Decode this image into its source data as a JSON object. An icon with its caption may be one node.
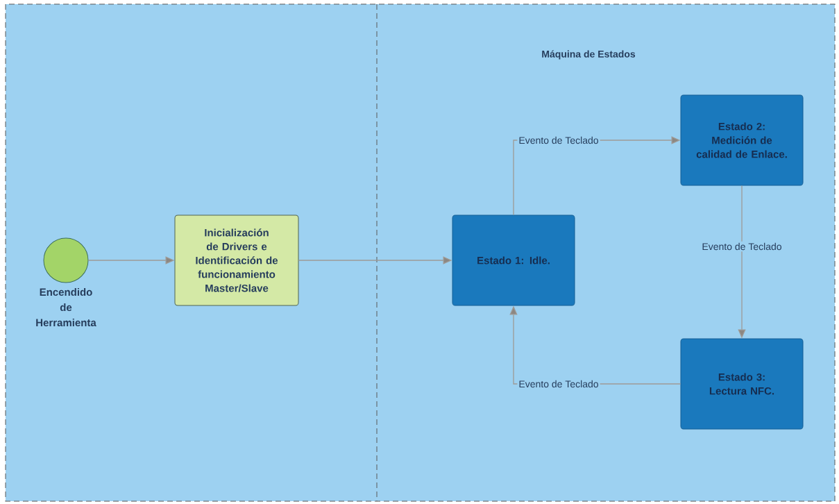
{
  "diagram": {
    "nodes": [
      {
        "text": [
          "Encendido de Herramienta"
        ]
      },
      {
        "text": [
          "Inicialización de Drivers e Identificación de funcionamiento Master/Slave"
        ]
      },
      {
        "text": [
          "Estado 1: Idle."
        ]
      },
      {
        "text": [
          "Estado 2: Medición de calidad de Enlace."
        ]
      },
      {
        "text": [
          "Estado 3: Lectura NFC."
        ]
      }
    ],
    "edges": [
      {
        "from": 0,
        "to": 1,
        "arrow": "to"
      },
      {
        "from": 1,
        "to": 2,
        "arrow": "to"
      },
      {
        "from": 2,
        "to": 3,
        "arrow": "to",
        "label": "Evento de Teclado"
      },
      {
        "from": 3,
        "to": 4,
        "arrow": "to",
        "label": "Evento de Teclado"
      },
      {
        "from": 4,
        "to": 2,
        "arrow": "to",
        "label": "Evento de Teclado"
      }
    ],
    "labels": [
      "Máquina de Estados"
    ]
  }
}
